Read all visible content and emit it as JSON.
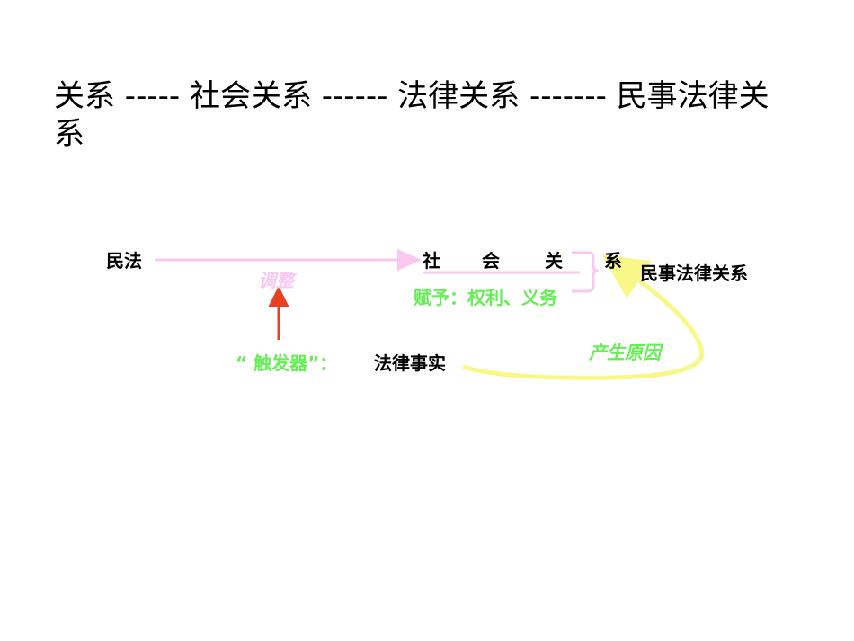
{
  "slide": {
    "title": "关系 ----- 社会关系 ------ 法律关系 ------- 民事法律关系"
  },
  "diagram": {
    "source_node": "民法",
    "arrow_label": "调整",
    "target_node_chars": [
      "社",
      "会",
      "关",
      "系"
    ],
    "rights_label": "赋予：权利、义务",
    "result_node": "民事法律关系",
    "trigger_label": "“ 触发器”：",
    "trigger_value": "法律事实",
    "cause_label": "产生原因",
    "colors": {
      "text": "#000000",
      "green": "#66ee55",
      "pink": "#f8c8f0",
      "arrow_red": "#e84020",
      "yellow": "#f8f888"
    }
  }
}
